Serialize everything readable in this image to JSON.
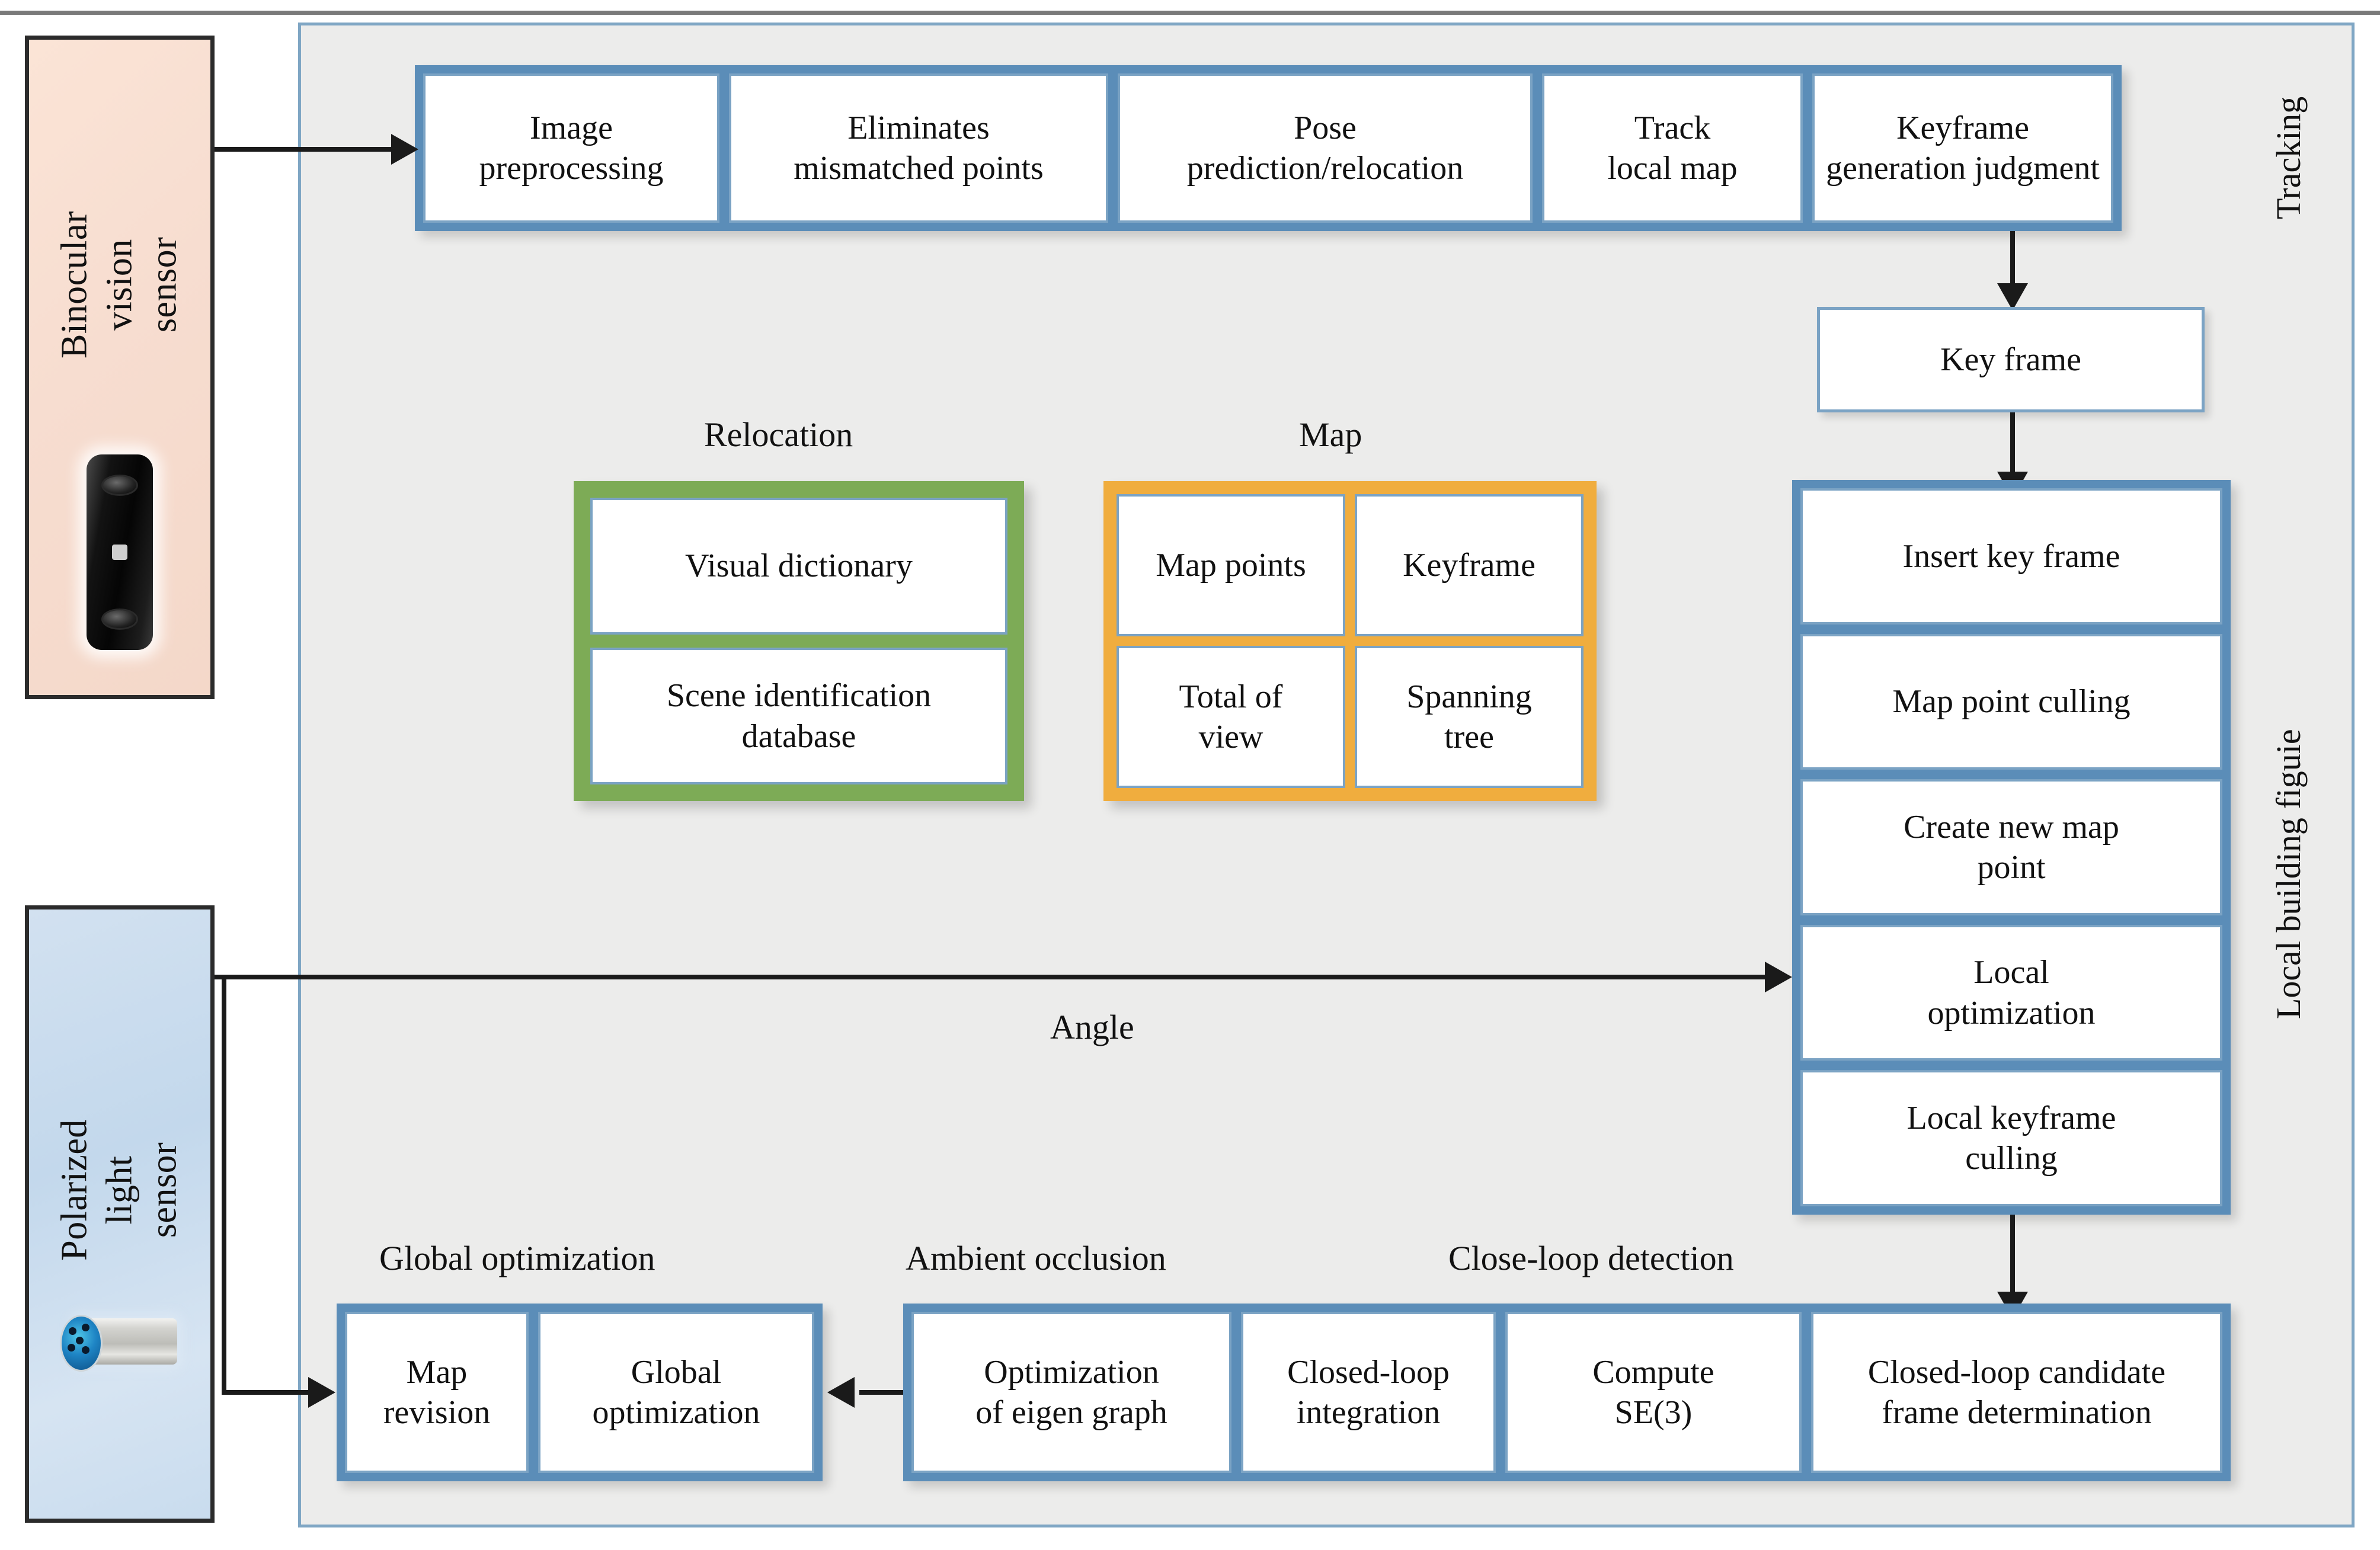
{
  "diagram": {
    "title": "Binocular vision and polarized light SLAM system block diagram",
    "colors": {
      "group_blue": "#5b8db8",
      "frame_green": "#7dab56",
      "frame_orange": "#f0ad3e",
      "canvas_gray": "#ececeb",
      "box_border": "#7ba3c4",
      "arrow_black": "#1a1a1a",
      "vision_panel": "#f7ddd0",
      "polar_panel": "#c9dcee"
    }
  },
  "sensors": [
    {
      "id": "binocular",
      "label": "Binocular\nvision sensor",
      "icon": "stereo-camera-photo"
    },
    {
      "id": "polarized",
      "label": "Polarized\nlight sensor",
      "icon": "polarized-connector-photo"
    }
  ],
  "side_labels": [
    {
      "id": "tracking",
      "label": "Tracking"
    },
    {
      "id": "local-building",
      "label": "Local building  figuie"
    }
  ],
  "tracking": {
    "boxes": [
      "Image\npreprocessing",
      "Eliminates\nmismatched points",
      "Pose\nprediction/relocation",
      "Track\nlocal map",
      "Keyframe\ngeneration judgment"
    ]
  },
  "key_frame": {
    "label": "Key frame"
  },
  "local_building": {
    "boxes": [
      "Insert key frame",
      "Map point culling",
      "Create new map\npoint",
      "Local\noptimization",
      "Local keyframe\nculling"
    ]
  },
  "relocation": {
    "caption": "Relocation",
    "boxes": [
      "Visual dictionary",
      "Scene identification\ndatabase"
    ]
  },
  "map": {
    "caption": "Map",
    "boxes": [
      "Map points",
      "Keyframe",
      "Total of\nview",
      "Spanning\ntree"
    ]
  },
  "global_optimization": {
    "caption": "Global optimization",
    "boxes": [
      "Map\nrevision",
      "Global\noptimization"
    ]
  },
  "ambient_occlusion": {
    "caption": "Ambient occlusion",
    "boxes": [
      "Optimization\nof eigen graph"
    ]
  },
  "close_loop_detection": {
    "caption": "Close-loop detection",
    "boxes": [
      "Closed-loop\nintegration",
      "Compute\nSE(3)",
      "Closed-loop candidate\nframe determination"
    ]
  },
  "connections": [
    {
      "id": "vision-to-tracking",
      "label": ""
    },
    {
      "id": "polar-to-local-building",
      "label": "Angle"
    },
    {
      "id": "polar-to-global-opt",
      "label": ""
    },
    {
      "id": "keyframe-judgment-to-keyframe",
      "label": ""
    },
    {
      "id": "keyframe-to-insert",
      "label": ""
    },
    {
      "id": "local-building-to-closeloop",
      "label": ""
    },
    {
      "id": "ambient-to-global-opt",
      "label": ""
    }
  ]
}
